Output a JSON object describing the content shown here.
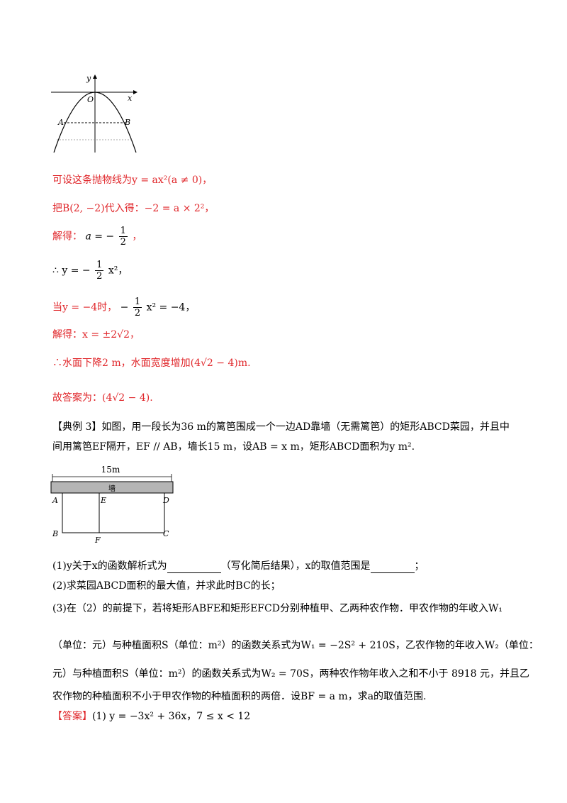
{
  "graph1": {
    "label_y": "y",
    "label_x": "x",
    "label_o": "O",
    "label_a": "A",
    "label_b": "B"
  },
  "solution": {
    "l1": "可设这条抛物线为y = ax²(a ≠ 0)，",
    "l2": "把B(2, −2)代入得：−2 = a × 2²，",
    "l3_pre": "解得：",
    "l3_a": "a = −",
    "l3_num": "1",
    "l3_den": "2",
    "l3_post": "，",
    "l4_pre": "∴ y = −",
    "l4_num": "1",
    "l4_den": "2",
    "l4_post": "x²，",
    "l5_pre": "当y = −4时，",
    "l5_minus": "−",
    "l5_num": "1",
    "l5_den": "2",
    "l5_post": "x² = −4，",
    "l6": "解得：x = ±2√2，",
    "l7": "∴水面下降2 m，水面宽度增加(4√2 − 4)m.",
    "l8": "故答案为：(4√2 − 4)."
  },
  "example": {
    "p1": "【典例 3】如图，用一段长为36 m的篱笆围成一个一边AD靠墙（无需篱笆）的矩形ABCD菜园，并且中",
    "p2": "间用篱笆EF隔开，EF // AB，墙长15 m，设AB = x m，矩形ABCD面积为y m².",
    "q1_a": "(1)y关于x的函数解析式为",
    "q1_b": "（写化简后结果），x的取值范围是",
    "q1_c": "；",
    "q2": "(2)求菜园ABCD面积的最大值，并求此时BC的长；",
    "q3_1": "(3)在（2）的前提下，若将矩形ABFE和矩形EFCD分别种植甲、乙两种农作物．甲农作物的年收入W₁",
    "q3_2": "（单位：元）与种植面积S（单位：m²）的函数关系式为W₁ = −2S² + 210S，乙农作物的年收入W₂（单位：",
    "q3_3": "元）与种植面积S（单位：m²）的函数关系式为W₂ = 70S，两种农作物年收入之和不小于 8918 元，并且乙",
    "q3_4": "农作物的种植面积不小于甲农作物的种植面积的两倍．设BF = a m，求a的取值范围.",
    "answer_tag": "【答案】",
    "answer_text": "(1) y = −3x² + 36x，7 ≤ x < 12"
  },
  "diagram2": {
    "length": "15m",
    "wall": "墙",
    "A": "A",
    "E": "E",
    "D": "D",
    "B": "B",
    "F": "F",
    "C": "C"
  }
}
